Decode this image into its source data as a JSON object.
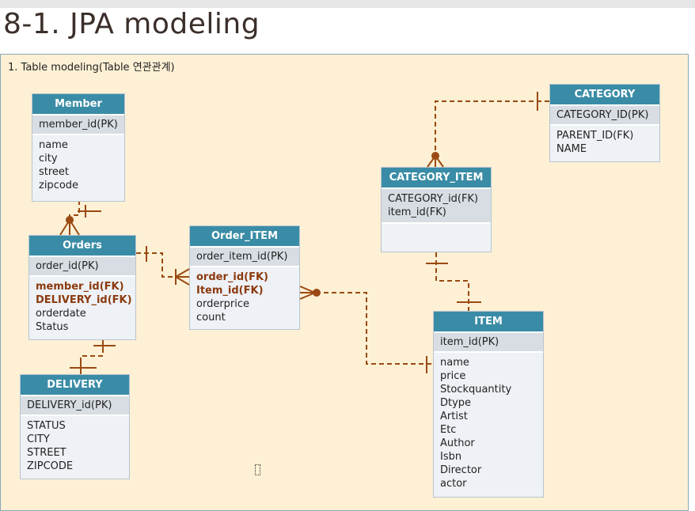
{
  "title": "8-1. JPA modeling",
  "subtitle": "1. Table modeling(Table 연관관계)",
  "tables": {
    "member": {
      "name": "Member",
      "pk": "member_id(PK)",
      "fields": [
        "name",
        "city",
        "street",
        "zipcode"
      ]
    },
    "orders": {
      "name": "Orders",
      "pk": "order_id(PK)",
      "fk": [
        "member_id(FK)",
        "DELIVERY_id(FK)"
      ],
      "fields": [
        "orderdate",
        "Status"
      ]
    },
    "delivery": {
      "name": "DELIVERY",
      "pk": "DELIVERY_id(PK)",
      "fields": [
        "STATUS",
        "CITY",
        "STREET",
        "ZIPCODE"
      ]
    },
    "order_item": {
      "name": "Order_ITEM",
      "pk": "order_item_id(PK)",
      "fk": [
        "order_id(FK)",
        "Item_id(FK)"
      ],
      "fields": [
        "orderprice",
        "count"
      ]
    },
    "category_item": {
      "name": "CATEGORY_ITEM",
      "pk_lines": [
        "CATEGORY_id(FK)",
        "item_id(FK)"
      ]
    },
    "category": {
      "name": "CATEGORY",
      "pk": "CATEGORY_ID(PK)",
      "fields": [
        "PARENT_ID(FK)",
        "NAME"
      ]
    },
    "item": {
      "name": "ITEM",
      "pk": "item_id(PK)",
      "fields": [
        "name",
        "price",
        "Stockquantity",
        "Dtype",
        "Artist",
        "Etc",
        "Author",
        "Isbn",
        "Director",
        "actor"
      ]
    }
  },
  "colors": {
    "header": "#3a8ca6",
    "relation_line": "#9a4a12",
    "canvas": "#fdf0d5"
  }
}
